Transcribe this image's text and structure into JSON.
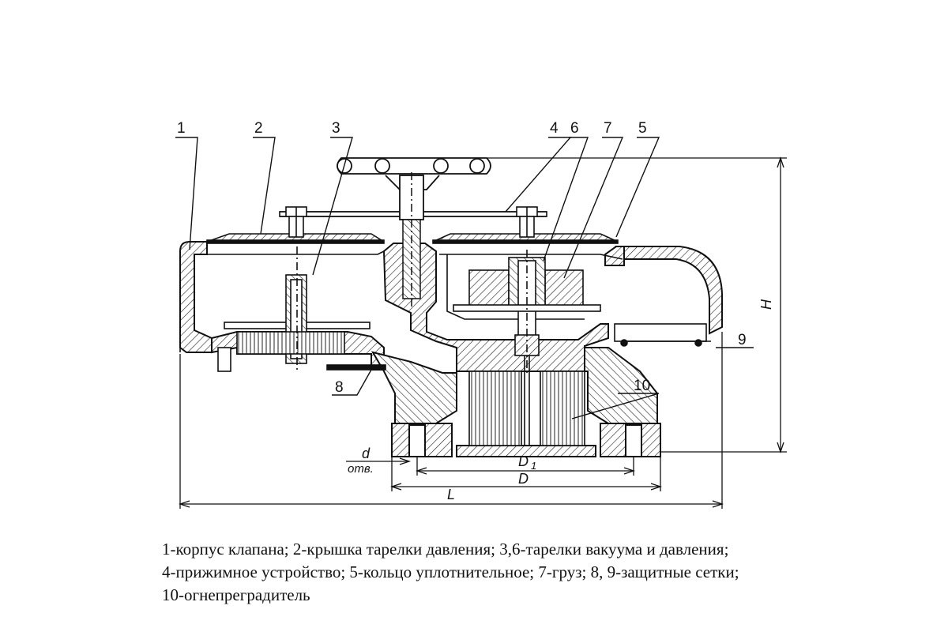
{
  "diagram": {
    "callouts": [
      "1",
      "2",
      "3",
      "4",
      "6",
      "7",
      "5",
      "9",
      "8",
      "10"
    ],
    "dimensions": {
      "height": "H",
      "length": "L",
      "outer_diameter": "D",
      "inner_diameter": "D",
      "inner_diameter_subscript": "1",
      "hole_diameter": "d",
      "hole_subscript": "отв."
    }
  },
  "caption": {
    "lines": [
      "1-корпус клапана; 2-крышка тарелки давления; 3,6-тарелки вакуума и давления;",
      "4-прижимное устройство; 5-кольцо уплотнительное; 7-груз; 8, 9-защитные сетки;",
      "10-огнепреградитель"
    ]
  },
  "colors": {
    "ink": "#111111",
    "background": "#ffffff"
  }
}
